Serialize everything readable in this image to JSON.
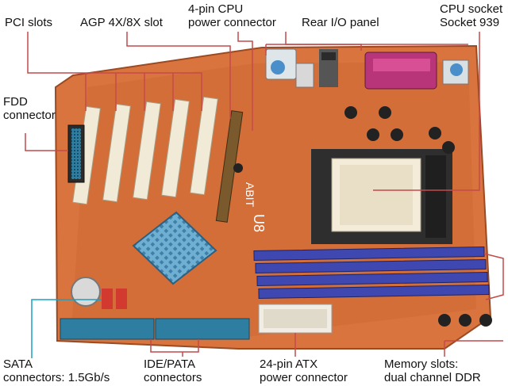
{
  "labels": {
    "pci_slots": "PCI slots",
    "agp_slot": "AGP 4X/8X slot",
    "cpu_power_line1": "4-pin CPU",
    "cpu_power_line2": "power connector",
    "rear_io": "Rear I/O panel",
    "cpu_socket_line1": "CPU socket",
    "cpu_socket_line2": "Socket 939",
    "fdd_line1": "FDD",
    "fdd_line2": "connector",
    "sata_line1": "SATA",
    "sata_line2": "connectors: 1.5Gb/s",
    "ide_line1": "IDE/PATA",
    "ide_line2": "connectors",
    "atx_line1": "24-pin ATX",
    "atx_line2": "power connector",
    "mem_line1": "Memory slots:",
    "mem_line2": "dual channel DDR"
  },
  "board_silkscreen": {
    "model": "U8",
    "brand": "ABIT"
  },
  "colors": {
    "pcb": "#d9743f",
    "pcb_dark": "#b95a2c",
    "pci_slot": "#f1ead6",
    "agp_slot": "#7a5a2c",
    "dimm_slot": "#3f47b0",
    "heatsink": "#5aa0c8",
    "ide_connector": "#2d7ea0",
    "sata_connector": "#d23a2f",
    "cpu_socket": "#f4ecd8",
    "leader_line": "#c44a4a",
    "sata_leader": "#1aa0c0"
  }
}
